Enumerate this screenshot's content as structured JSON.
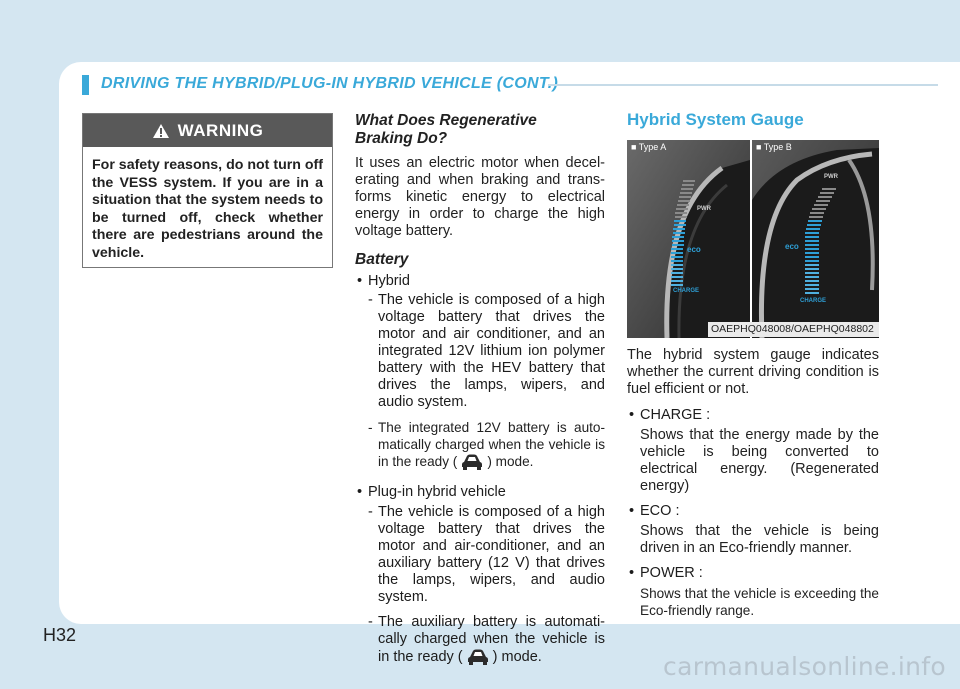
{
  "header": {
    "title": "DRIVING THE HYBRID/PLUG-IN HYBRID VEHICLE (CONT.)"
  },
  "page_number": "H32",
  "watermark": "carmanualsonline.info",
  "warning": {
    "heading": "WARNING",
    "icon": "warning-triangle-icon",
    "text": "For safety reasons, do not turn off the VESS system. If you are in a situation that the system needs to be turned off, check whether there are pedestrians around the vehicle."
  },
  "regen": {
    "heading": "What Does Regenerative Braking Do?",
    "body": "It uses an electric motor when decel-erating and when braking and trans-forms kinetic energy to electrical energy in order to charge the high voltage battery."
  },
  "battery": {
    "heading": "Battery",
    "hybrid_label": "Hybrid",
    "hybrid_dash1": "The vehicle is composed of a high voltage battery that drives the motor and air conditioner, and an integrated 12V lithium ion polymer battery with the HEV battery that drives the lamps, wipers, and audio system.",
    "hybrid_dash2_pre": "The integrated 12V battery is auto-matically charged when the vehicle is in the ready (",
    "hybrid_dash2_post": ") mode.",
    "plugin_label": "Plug-in hybrid vehicle",
    "plugin_dash1": "The vehicle is composed of a high voltage battery that drives the motor and air-conditioner, and an auxiliary battery (12 V) that drives the lamps, wipers, and audio system.",
    "plugin_dash2_pre": "The auxiliary battery is automati-cally charged when the vehicle is in the ready (",
    "plugin_dash2_post": ") mode."
  },
  "gauge": {
    "heading": "Hybrid System Gauge",
    "type_a": "■ Type A",
    "type_b": "■ Type B",
    "label_pwr": "PWR",
    "label_eco": "eco",
    "label_charge": "CHARGE",
    "caption": "OAEPHQ048008/OAEPHQ048802",
    "intro": "The hybrid system gauge indicates whether the current driving condition is fuel efficient or not.",
    "charge_label": "CHARGE :",
    "charge_desc": "Shows that the energy made by the vehicle is being converted to electrical energy. (Regenerated energy)",
    "eco_label": "ECO :",
    "eco_desc": "Shows that the vehicle is being driven in an Eco-friendly manner.",
    "power_label": "POWER :",
    "power_desc": "Shows that the vehicle is exceeding the Eco-friendly range."
  },
  "colors": {
    "accent": "#3aa9d9",
    "background": "#d4e6f1",
    "warning_header": "#595959"
  }
}
